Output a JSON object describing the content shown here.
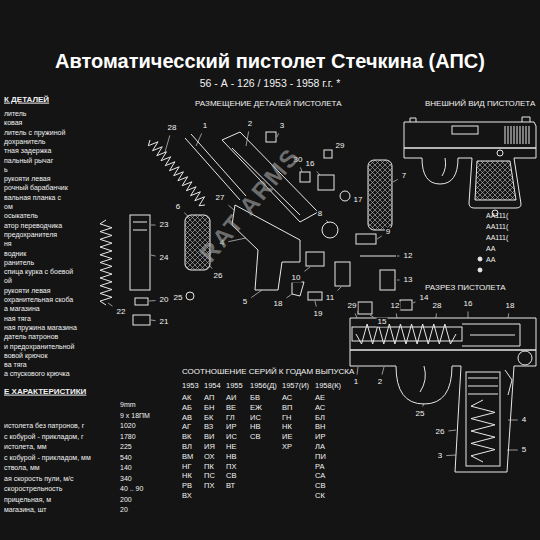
{
  "diagram": {
    "title": "Автоматичесский пистолет Стечкина (АПС)",
    "labels": [
      "56 - А - 126 / 1953 - 1958 г.г. *",
      "К ДЕТАЛЕЙ",
      "литель",
      "ковая",
      "литель с пружиной",
      "дохранитель",
      "тная задержка",
      "пальный рычаг",
      "ь",
      "рукояти левая",
      "рочный барабанчик",
      "вальная планка с",
      "ом",
      "осыкатель",
      "атор переводчика",
      "предохранителя",
      "ня",
      "водник",
      "ранитель",
      "спица курка с боевой",
      "ой",
      "рукояти левая",
      "охранительная скоба",
      "а магазина",
      "ная тяга",
      "ная пружина магазина",
      "датель патронов",
      "и предохранительной",
      "вовой крючок",
      "ва тяга",
      "а спускового крючка",
      "РАЗМЕЩЕНИЕ ДЕТАЛЕЙ ПИСТОЛЕТА",
      "28",
      "1",
      "2",
      "3",
      "27",
      "5",
      "4",
      "6",
      "7",
      "8",
      "9",
      "10",
      "11",
      "12",
      "13",
      "14",
      "15",
      "16",
      "17",
      "18",
      "19",
      "20",
      "21",
      "22",
      "23",
      "24",
      "25",
      "26",
      "29",
      "30",
      "ВНЕШНИЙ ВИД ПИСТОЛЕТА",
      "АА111(",
      "АА111(",
      "АА111(",
      "АА",
      "АА",
      "РАЗРЕЗ ПИСТОЛЕТА",
      "29",
      "12",
      "16",
      "18",
      "28",
      "1",
      "2",
      "25",
      "26",
      "3",
      "4",
      "5",
      "СООТНОШЕНИЕ СЕРИЙ К ГОДАМ ВЫПУСКА",
      "1953",
      "1954",
      "1955",
      "1956(Д)",
      "1957(И)",
      "1958(К)",
      "АК",
      "АБ",
      "АВ",
      "АГ",
      "ВК",
      "ВЛ",
      "ВМ",
      "НГ",
      "НК",
      "РВ",
      "ВХ",
      "АП",
      "БН",
      "БК",
      "ВЗ",
      "ВИ",
      "ИЯ",
      "ОХ",
      "ПК",
      "ПС",
      "ПХ",
      "АИ",
      "ВЕ",
      "ГЛ",
      "ИР",
      "ИС",
      "НЕ",
      "НВ",
      "ПХ",
      "СВ",
      "ВТ",
      "БВ",
      "ЕЖ",
      "ИС",
      "НВ",
      "СВ",
      "АС",
      "ВП",
      "ГН",
      "НК",
      "ИЕ",
      "ХР",
      "АЕ",
      "АС",
      "БЛ",
      "ВН",
      "ИР",
      "ЛА",
      "ПИ",
      "РА",
      "СА",
      "СВ",
      "СК",
      "Е ХАРАКТЕРИСТИКИ",
      "истолета без патронов, г",
      "с кобурой - прикладом, г",
      "истолета, мм",
      "с кобурой - прикладом, мм",
      "ствола, мм",
      "ая скорость пули, м/с",
      "скорострельность",
      "прицельная, м",
      "магазина, шт",
      "9mm",
      "9 x 18ПМ",
      "1020",
      "1780",
      "225",
      "540",
      "140",
      "340",
      "40 .. 90",
      "200",
      "20",
      "RAT ARMS"
    ]
  }
}
